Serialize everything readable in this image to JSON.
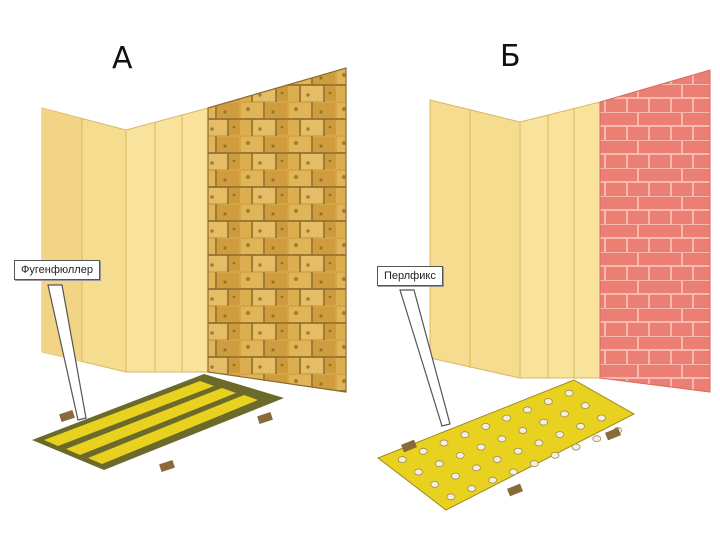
{
  "panels": [
    {
      "letter": "А",
      "callout": "Фугенфюллер",
      "wall": "stone-block"
    },
    {
      "letter": "Б",
      "callout": "Перлфикс",
      "wall": "red-brick"
    }
  ],
  "colors": {
    "drywall": "#f6dc8f",
    "drywall_edge": "#d9b860",
    "stone": "#d6a646",
    "stone_mortar": "#9a7a38",
    "brick": "#ec7f73",
    "brick_mortar": "#f6b4ab",
    "board_yellow": "#e9d21f",
    "board_dark": "#6b6a2a",
    "batten": "#8a6a3a"
  }
}
